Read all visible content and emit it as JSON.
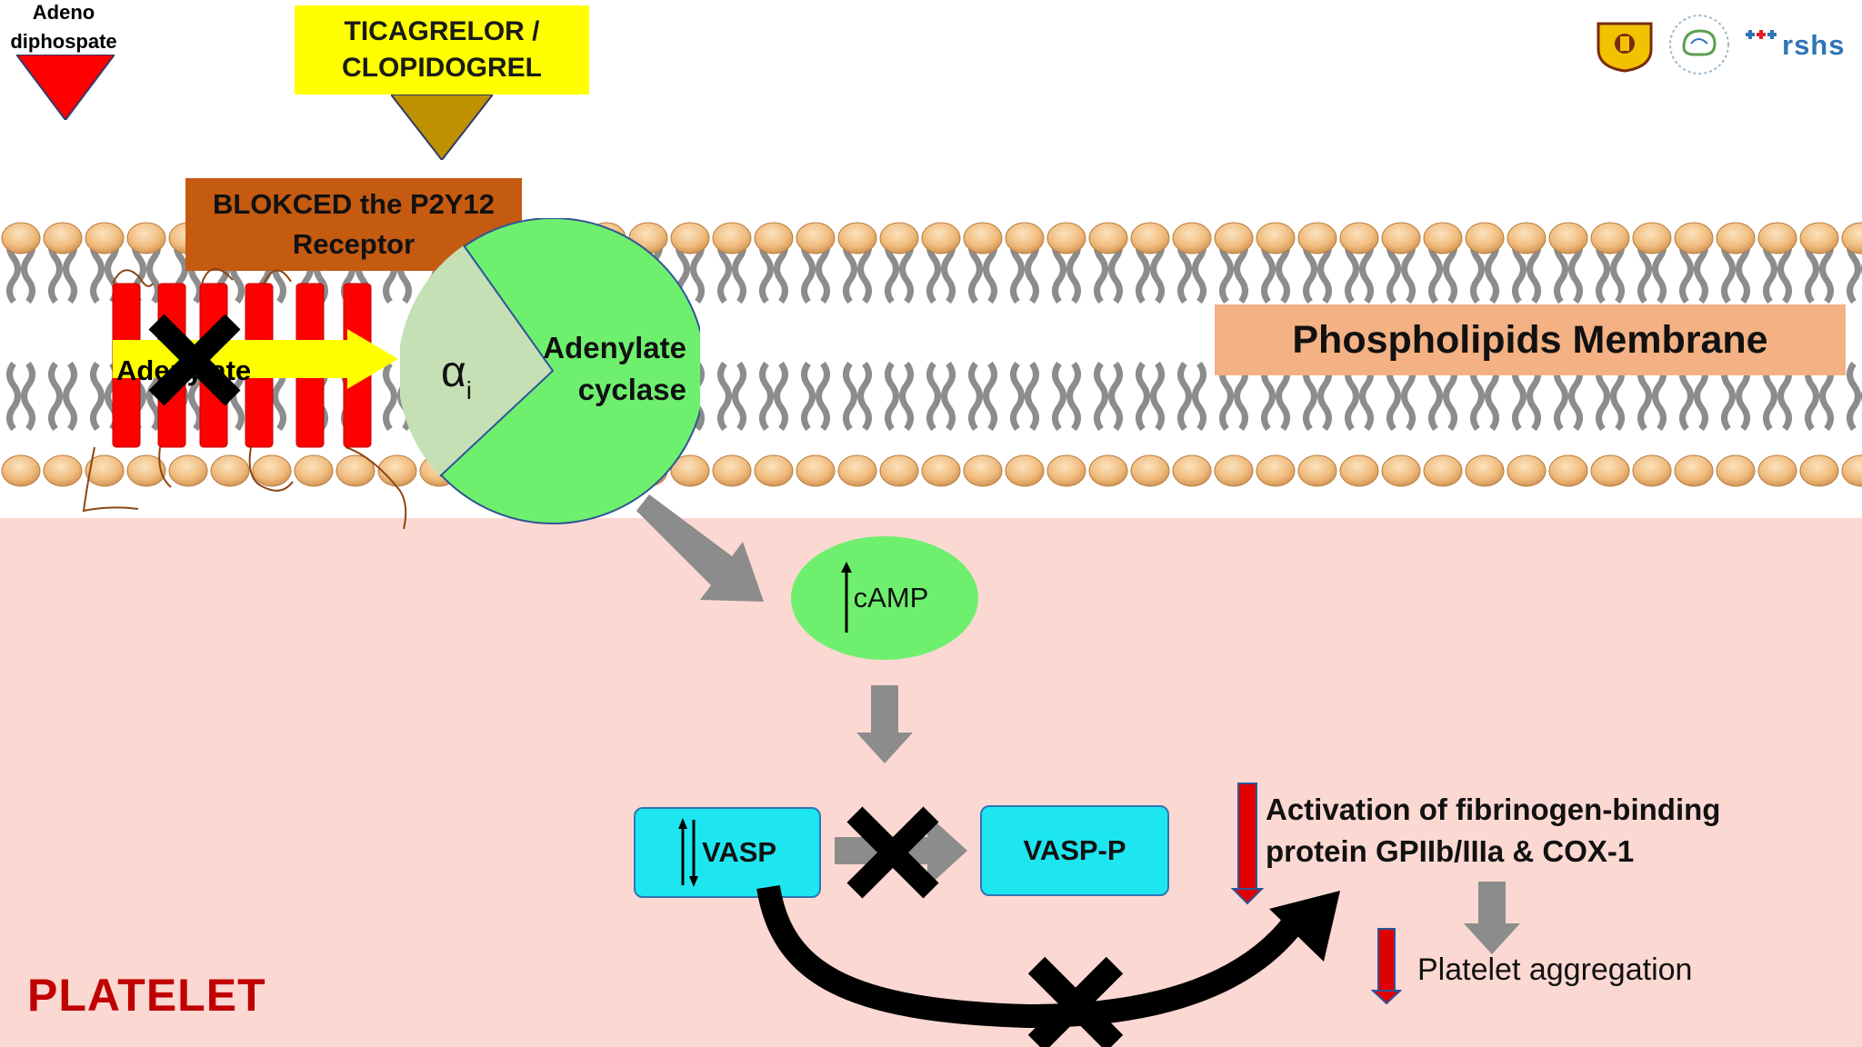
{
  "ligand": {
    "label": "Adeno diphospate",
    "color": "#ff0000"
  },
  "drug": {
    "line1": "TICAGRELOR /",
    "line2": "CLOPIDOGREL",
    "box_color": "#ffff00",
    "arrow_color": "#bf9000"
  },
  "blocked": {
    "line1": "BLOKCED the P2Y12",
    "line2": "Receptor",
    "color": "#c55a11"
  },
  "membrane": {
    "label": "Phospholipids Membrane",
    "label_color": "#f4b183",
    "head_color": "#f4c48a"
  },
  "receptor": {
    "partial_label": "Adenylate",
    "bar_color": "#ff0000",
    "arrow_color": "#ffff00",
    "blocked_icon": "x-mark-icon"
  },
  "cyclase": {
    "label_line1": "Adenylate",
    "label_line2": "cyclase",
    "subunit_symbol": "α",
    "subunit_index": "i",
    "color": "#6ef06e",
    "subunit_color": "#c5e0b4"
  },
  "camp": {
    "label": "cAMP",
    "direction_icon": "up-arrow-icon",
    "color": "#6ef06e"
  },
  "vasp": {
    "label": "VASP",
    "direction_icon": "up-down-arrows-icon",
    "color": "#1ee6f0"
  },
  "vasp_p": {
    "label": "VASP-P"
  },
  "activation": {
    "line1": "Activation of fibrinogen-binding",
    "line2": "protein GPIIb/IIIa & COX-1",
    "direction_icon": "down-arrow-red-icon"
  },
  "aggregation": {
    "label": "Platelet aggregation",
    "direction_icon": "down-arrow-red-icon"
  },
  "platelet": {
    "label": "PLATELET",
    "color": "#c00000"
  },
  "logos": {
    "rshs": "rshs"
  }
}
